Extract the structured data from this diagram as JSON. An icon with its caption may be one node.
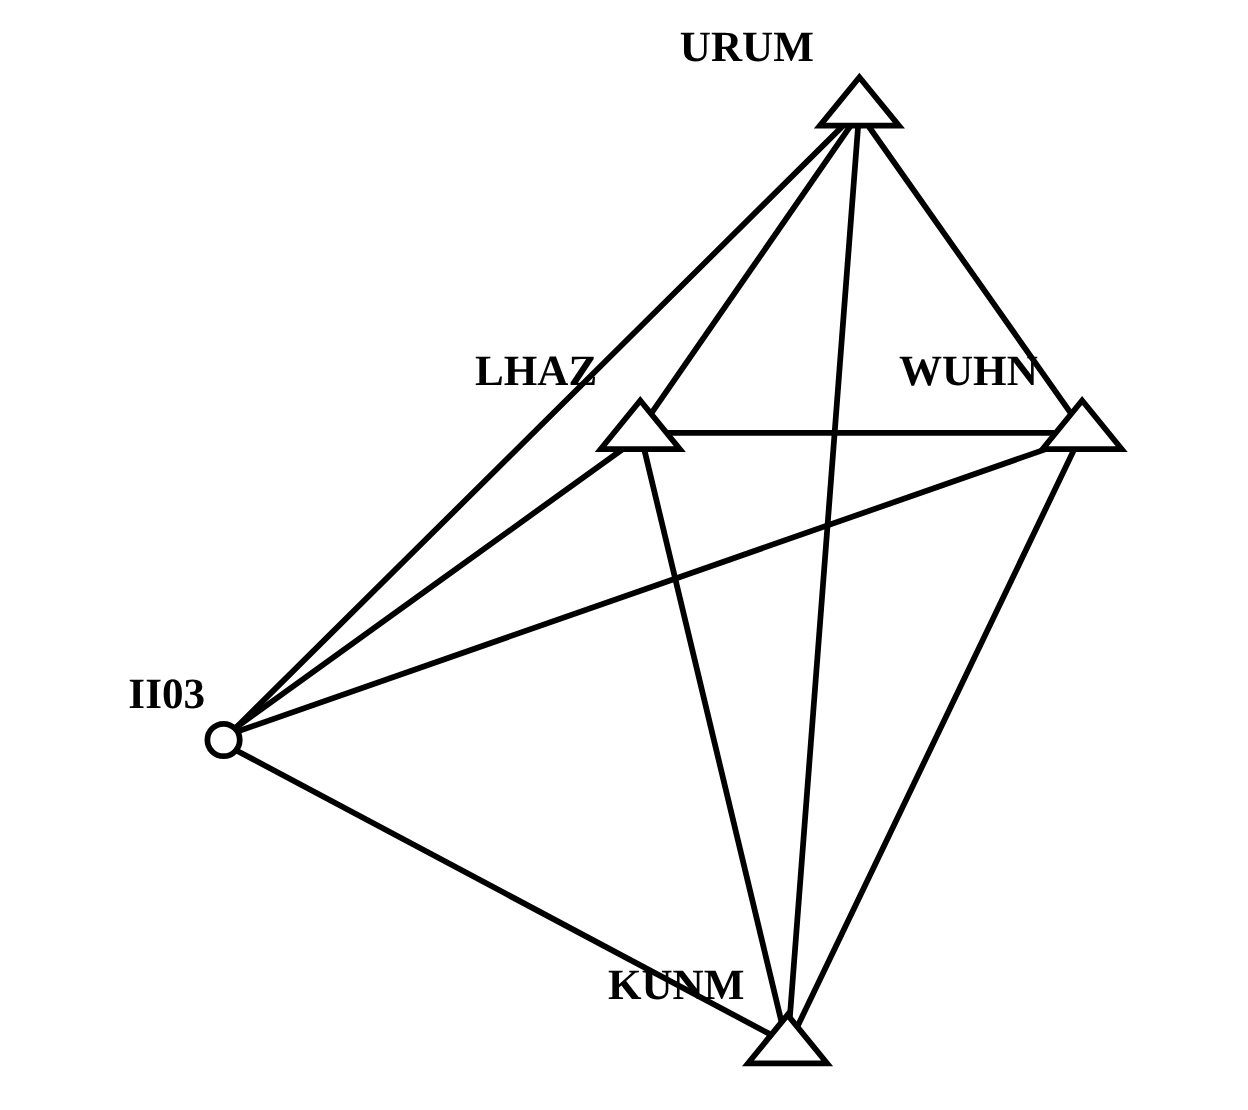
{
  "diagram": {
    "nodes": [
      {
        "text": [],
        "shape": "triangle",
        "beside": [
          "URUM"
        ]
      },
      {
        "text": [],
        "shape": "triangle",
        "beside": [
          "WUHN"
        ]
      },
      {
        "text": [],
        "shape": "triangle",
        "beside": [
          "LHAZ"
        ]
      },
      {
        "text": [],
        "shape": "circle",
        "beside": [
          "II03"
        ]
      },
      {
        "text": [],
        "shape": "triangle",
        "beside": [
          "KUNM"
        ]
      }
    ],
    "edges": [
      {
        "from": 0,
        "to": 1,
        "arrow": "none"
      },
      {
        "from": 0,
        "to": 2,
        "arrow": "none"
      },
      {
        "from": 0,
        "to": 4,
        "arrow": "none"
      },
      {
        "from": 0,
        "to": 3,
        "arrow": "none"
      },
      {
        "from": 2,
        "to": 1,
        "arrow": "none"
      },
      {
        "from": 2,
        "to": 3,
        "arrow": "none"
      },
      {
        "from": 2,
        "to": 4,
        "arrow": "none"
      },
      {
        "from": 3,
        "to": 1,
        "arrow": "none"
      },
      {
        "from": 3,
        "to": 4,
        "arrow": "none"
      },
      {
        "from": 4,
        "to": 1,
        "arrow": "none"
      }
    ]
  }
}
